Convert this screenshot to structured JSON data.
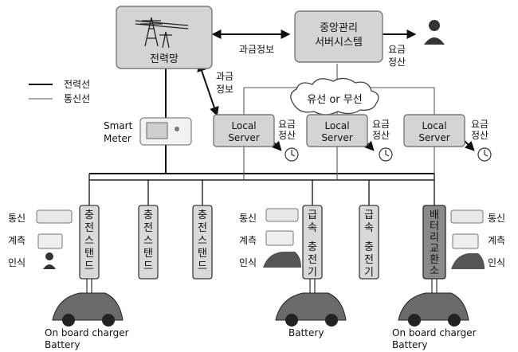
{
  "nodes": {
    "grid": "전력망",
    "central_server": [
      "중앙관리",
      "서버시스템"
    ],
    "network": "유선 or 무선",
    "local_server": [
      "Local",
      "Server"
    ],
    "smart_meter": [
      "Smart",
      "Meter"
    ]
  },
  "edge_labels": {
    "billing_info_horizontal": "과금정보",
    "billing_info_vertical": [
      "과금",
      "정보"
    ],
    "fee_settlement": [
      "요금",
      "정산"
    ]
  },
  "legend": {
    "power_line": "전력선",
    "comm_line": "통신선"
  },
  "stations": {
    "charging_stand": [
      "충",
      "전",
      "스",
      "탠",
      "드"
    ],
    "fast_charger": [
      "급",
      "속",
      "충",
      "전",
      "기"
    ],
    "battery_swap": [
      "배",
      "터",
      "리",
      "교",
      "환",
      "소"
    ]
  },
  "side_labels": {
    "comm": "통신",
    "metering": "계측",
    "recognition": "인식"
  },
  "captions": {
    "left": [
      "On board charger",
      "Battery"
    ],
    "middle": "Battery",
    "right": [
      "On board charger",
      "Battery"
    ]
  }
}
